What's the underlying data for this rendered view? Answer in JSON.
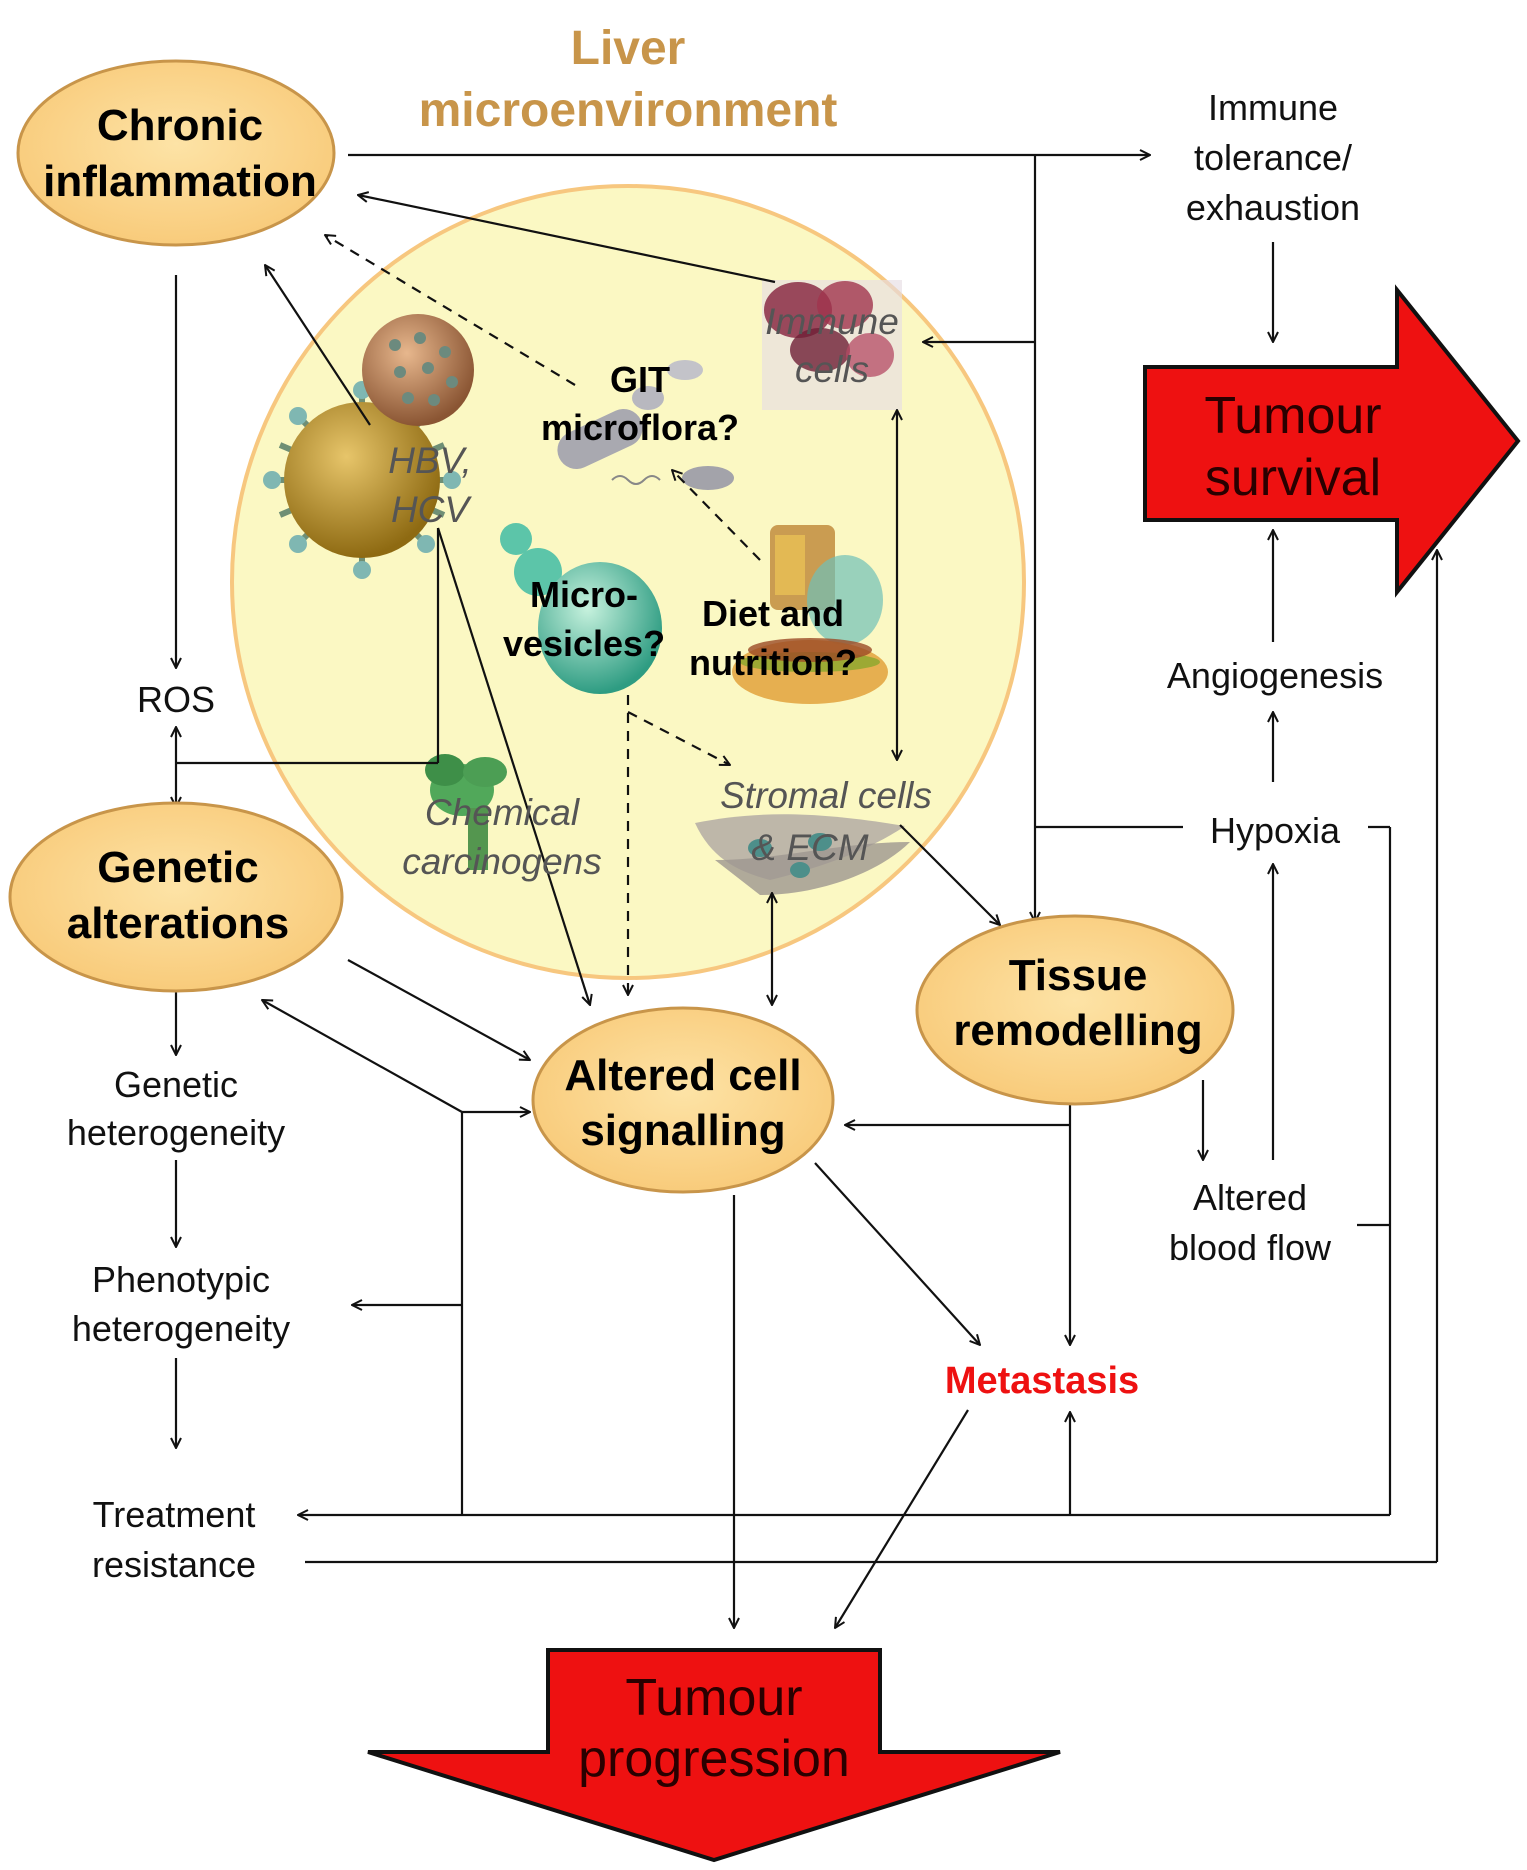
{
  "title": [
    "Liver",
    "microenvironment"
  ],
  "nodes": {
    "chronic_inflammation": [
      "Chronic",
      "inflammation"
    ],
    "genetic_alterations": [
      "Genetic",
      "alterations"
    ],
    "altered_cell_signalling": [
      "Altered cell",
      "signalling"
    ],
    "tissue_remodelling": [
      "Tissue",
      "remodelling"
    ],
    "immune_tolerance": [
      "Immune",
      "tolerance/",
      "exhaustion"
    ],
    "ros": "ROS",
    "genetic_heterogeneity": [
      "Genetic",
      "heterogeneity"
    ],
    "phenotypic_heterogeneity": [
      "Phenotypic",
      "heterogeneity"
    ],
    "treatment_resistance": [
      "Treatment",
      "resistance"
    ],
    "angiogenesis": "Angiogenesis",
    "hypoxia": "Hypoxia",
    "altered_blood_flow": [
      "Altered",
      "blood flow"
    ],
    "metastasis": "Metastasis"
  },
  "microenvironment": {
    "immune_cells": [
      "Immune",
      "cells"
    ],
    "git_microflora": [
      "GIT",
      "microflora?"
    ],
    "hbv_hcv": [
      "HBV,",
      "HCV"
    ],
    "microvesicles": [
      "Micro-",
      "vesicles?"
    ],
    "diet_nutrition": [
      "Diet and",
      "nutrition?"
    ],
    "chemical_carcinogens": [
      "Chemical",
      "carcinogens"
    ],
    "stromal_cells": [
      "Stromal cells",
      "& ECM"
    ]
  },
  "outcomes": {
    "tumour_survival": [
      "Tumour",
      "survival"
    ],
    "tumour_progression": [
      "Tumour",
      "progression"
    ]
  },
  "colors": {
    "node_fill": "#fbd383",
    "node_stroke": "#c8954a",
    "circle_fill": "#fbf8c3",
    "circle_stroke": "#f7c77f",
    "arrow_red": "#ee1111",
    "metastasis_text": "#ee1111",
    "title_text": "#c8954a"
  }
}
